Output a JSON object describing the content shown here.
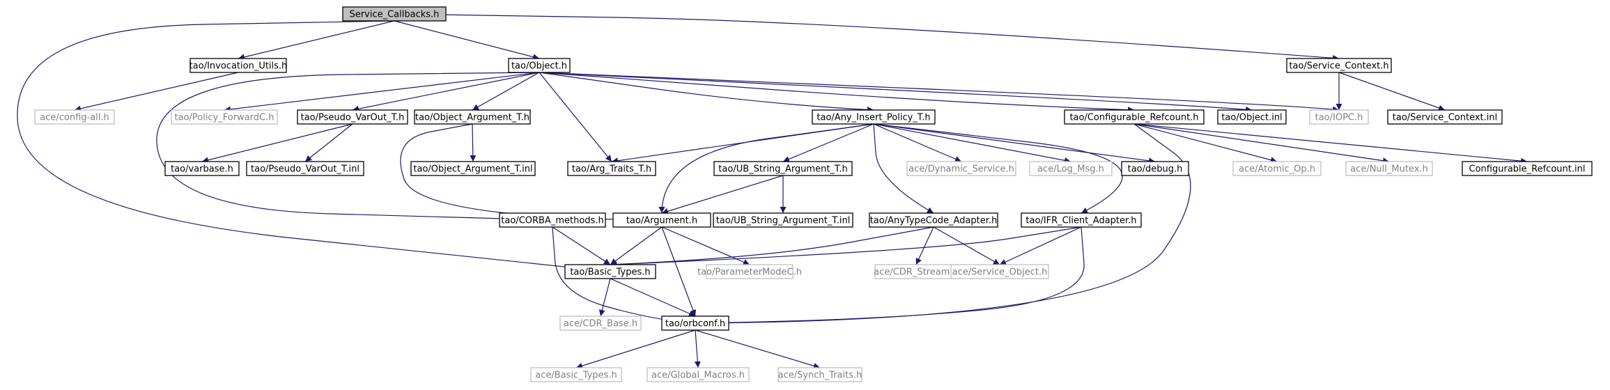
{
  "diagram": {
    "nodes": [
      {
        "id": "n_root",
        "label": "Service_Callbacks.h",
        "kind": "root"
      },
      {
        "id": "n_invoc",
        "label": "tao/Invocation_Utils.h",
        "kind": "internal"
      },
      {
        "id": "n_object",
        "label": "tao/Object.h",
        "kind": "internal"
      },
      {
        "id": "n_svcctx",
        "label": "tao/Service_Context.h",
        "kind": "internal"
      },
      {
        "id": "n_cfgall",
        "label": "ace/config-all.h",
        "kind": "external"
      },
      {
        "id": "n_polfwd",
        "label": "tao/Policy_ForwardC.h",
        "kind": "external"
      },
      {
        "id": "n_pseudo",
        "label": "tao/Pseudo_VarOut_T.h",
        "kind": "internal"
      },
      {
        "id": "n_objarg",
        "label": "tao/Object_Argument_T.h",
        "kind": "internal"
      },
      {
        "id": "n_anyins",
        "label": "tao/Any_Insert_Policy_T.h",
        "kind": "internal"
      },
      {
        "id": "n_cfgref",
        "label": "tao/Configurable_Refcount.h",
        "kind": "internal"
      },
      {
        "id": "n_objinl",
        "label": "tao/Object.inl",
        "kind": "internal"
      },
      {
        "id": "n_iopc",
        "label": "tao/IOPC.h",
        "kind": "external"
      },
      {
        "id": "n_svcinl",
        "label": "tao/Service_Context.inl",
        "kind": "internal"
      },
      {
        "id": "n_varbase",
        "label": "tao/varbase.h",
        "kind": "internal"
      },
      {
        "id": "n_pseudoinl",
        "label": "tao/Pseudo_VarOut_T.inl",
        "kind": "internal"
      },
      {
        "id": "n_objarginl",
        "label": "tao/Object_Argument_T.inl",
        "kind": "internal"
      },
      {
        "id": "n_argtraits",
        "label": "tao/Arg_Traits_T.h",
        "kind": "internal"
      },
      {
        "id": "n_ubstr",
        "label": "tao/UB_String_Argument_T.h",
        "kind": "internal"
      },
      {
        "id": "n_dynsvc",
        "label": "ace/Dynamic_Service.h",
        "kind": "external"
      },
      {
        "id": "n_logmsg",
        "label": "ace/Log_Msg.h",
        "kind": "external"
      },
      {
        "id": "n_debug",
        "label": "tao/debug.h",
        "kind": "internal"
      },
      {
        "id": "n_atomic",
        "label": "ace/Atomic_Op.h",
        "kind": "external"
      },
      {
        "id": "n_nullmutex",
        "label": "ace/Null_Mutex.h",
        "kind": "external"
      },
      {
        "id": "n_cfgrefinl",
        "label": "Configurable_Refcount.inl",
        "kind": "internal"
      },
      {
        "id": "n_corba",
        "label": "tao/CORBA_methods.h",
        "kind": "internal"
      },
      {
        "id": "n_argument",
        "label": "tao/Argument.h",
        "kind": "internal"
      },
      {
        "id": "n_ubstrinl",
        "label": "tao/UB_String_Argument_T.inl",
        "kind": "internal"
      },
      {
        "id": "n_anytc",
        "label": "tao/AnyTypeCode_Adapter.h",
        "kind": "internal"
      },
      {
        "id": "n_ifr",
        "label": "tao/IFR_Client_Adapter.h",
        "kind": "internal"
      },
      {
        "id": "n_basic",
        "label": "tao/Basic_Types.h",
        "kind": "internal"
      },
      {
        "id": "n_parammode",
        "label": "tao/ParameterModeC.h",
        "kind": "external"
      },
      {
        "id": "n_cdrstream",
        "label": "ace/CDR_Stream.h",
        "kind": "external"
      },
      {
        "id": "n_svcobj",
        "label": "ace/Service_Object.h",
        "kind": "external"
      },
      {
        "id": "n_cdrbase",
        "label": "ace/CDR_Base.h",
        "kind": "external"
      },
      {
        "id": "n_orbconf",
        "label": "tao/orbconf.h",
        "kind": "internal"
      },
      {
        "id": "n_acebasic",
        "label": "ace/Basic_Types.h",
        "kind": "external"
      },
      {
        "id": "n_global",
        "label": "ace/Global_Macros.h",
        "kind": "external"
      },
      {
        "id": "n_synch",
        "label": "ace/Synch_Traits.h",
        "kind": "external"
      }
    ],
    "edges": [
      [
        "n_root",
        "n_invoc"
      ],
      [
        "n_root",
        "n_object"
      ],
      [
        "n_root",
        "n_svcctx"
      ],
      [
        "n_root",
        "n_basic"
      ],
      [
        "n_invoc",
        "n_cfgall"
      ],
      [
        "n_object",
        "n_polfwd"
      ],
      [
        "n_object",
        "n_pseudo"
      ],
      [
        "n_object",
        "n_objarg"
      ],
      [
        "n_object",
        "n_argtraits"
      ],
      [
        "n_object",
        "n_anyins"
      ],
      [
        "n_object",
        "n_cfgref"
      ],
      [
        "n_object",
        "n_objinl"
      ],
      [
        "n_object",
        "n_iopc"
      ],
      [
        "n_object",
        "n_corba"
      ],
      [
        "n_svcctx",
        "n_iopc"
      ],
      [
        "n_svcctx",
        "n_svcinl"
      ],
      [
        "n_pseudo",
        "n_varbase"
      ],
      [
        "n_pseudo",
        "n_pseudoinl"
      ],
      [
        "n_objarg",
        "n_objarginl"
      ],
      [
        "n_objarg",
        "n_argument"
      ],
      [
        "n_anyins",
        "n_argtraits"
      ],
      [
        "n_anyins",
        "n_ubstr"
      ],
      [
        "n_anyins",
        "n_dynsvc"
      ],
      [
        "n_anyins",
        "n_logmsg"
      ],
      [
        "n_anyins",
        "n_debug"
      ],
      [
        "n_anyins",
        "n_argument"
      ],
      [
        "n_anyins",
        "n_anytc"
      ],
      [
        "n_anyins",
        "n_ifr"
      ],
      [
        "n_cfgref",
        "n_atomic"
      ],
      [
        "n_cfgref",
        "n_nullmutex"
      ],
      [
        "n_cfgref",
        "n_cfgrefinl"
      ],
      [
        "n_cfgref",
        "n_orbconf"
      ],
      [
        "n_ubstr",
        "n_argument"
      ],
      [
        "n_ubstr",
        "n_ubstrinl"
      ],
      [
        "n_corba",
        "n_basic"
      ],
      [
        "n_corba",
        "n_orbconf"
      ],
      [
        "n_argument",
        "n_basic"
      ],
      [
        "n_argument",
        "n_parammode"
      ],
      [
        "n_argument",
        "n_orbconf"
      ],
      [
        "n_anytc",
        "n_basic"
      ],
      [
        "n_anytc",
        "n_cdrstream"
      ],
      [
        "n_anytc",
        "n_svcobj"
      ],
      [
        "n_ifr",
        "n_basic"
      ],
      [
        "n_ifr",
        "n_svcobj"
      ],
      [
        "n_ifr",
        "n_orbconf"
      ],
      [
        "n_basic",
        "n_cdrbase"
      ],
      [
        "n_basic",
        "n_orbconf"
      ],
      [
        "n_orbconf",
        "n_acebasic"
      ],
      [
        "n_orbconf",
        "n_global"
      ],
      [
        "n_orbconf",
        "n_synch"
      ]
    ]
  }
}
